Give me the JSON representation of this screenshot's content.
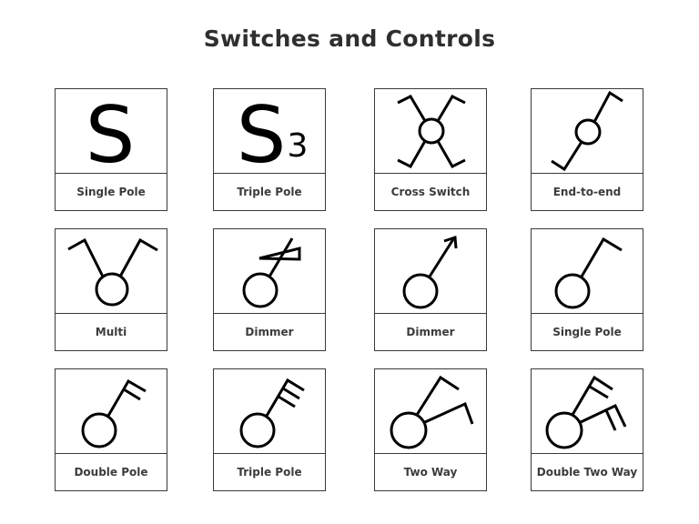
{
  "title": "Switches and Controls",
  "cards": [
    {
      "label": "Single Pole",
      "symbol": "S-letter",
      "glyph": "S"
    },
    {
      "label": "Triple Pole",
      "symbol": "S3-letter",
      "glyph": "S",
      "subscript": "3"
    },
    {
      "label": "Cross Switch",
      "symbol": "cross-switch-icon"
    },
    {
      "label": "End-to-end",
      "symbol": "end-to-end-switch-icon"
    },
    {
      "label": "Multi",
      "symbol": "multi-switch-icon"
    },
    {
      "label": "Dimmer",
      "symbol": "dimmer-triangle-icon"
    },
    {
      "label": "Dimmer",
      "symbol": "dimmer-arrow-icon"
    },
    {
      "label": "Single Pole",
      "symbol": "single-pole-switch-icon"
    },
    {
      "label": "Double Pole",
      "symbol": "double-pole-switch-icon"
    },
    {
      "label": "Triple Pole",
      "symbol": "triple-pole-switch-icon"
    },
    {
      "label": "Two Way",
      "symbol": "two-way-switch-icon"
    },
    {
      "label": "Double Two Way",
      "symbol": "double-two-way-switch-icon"
    }
  ]
}
